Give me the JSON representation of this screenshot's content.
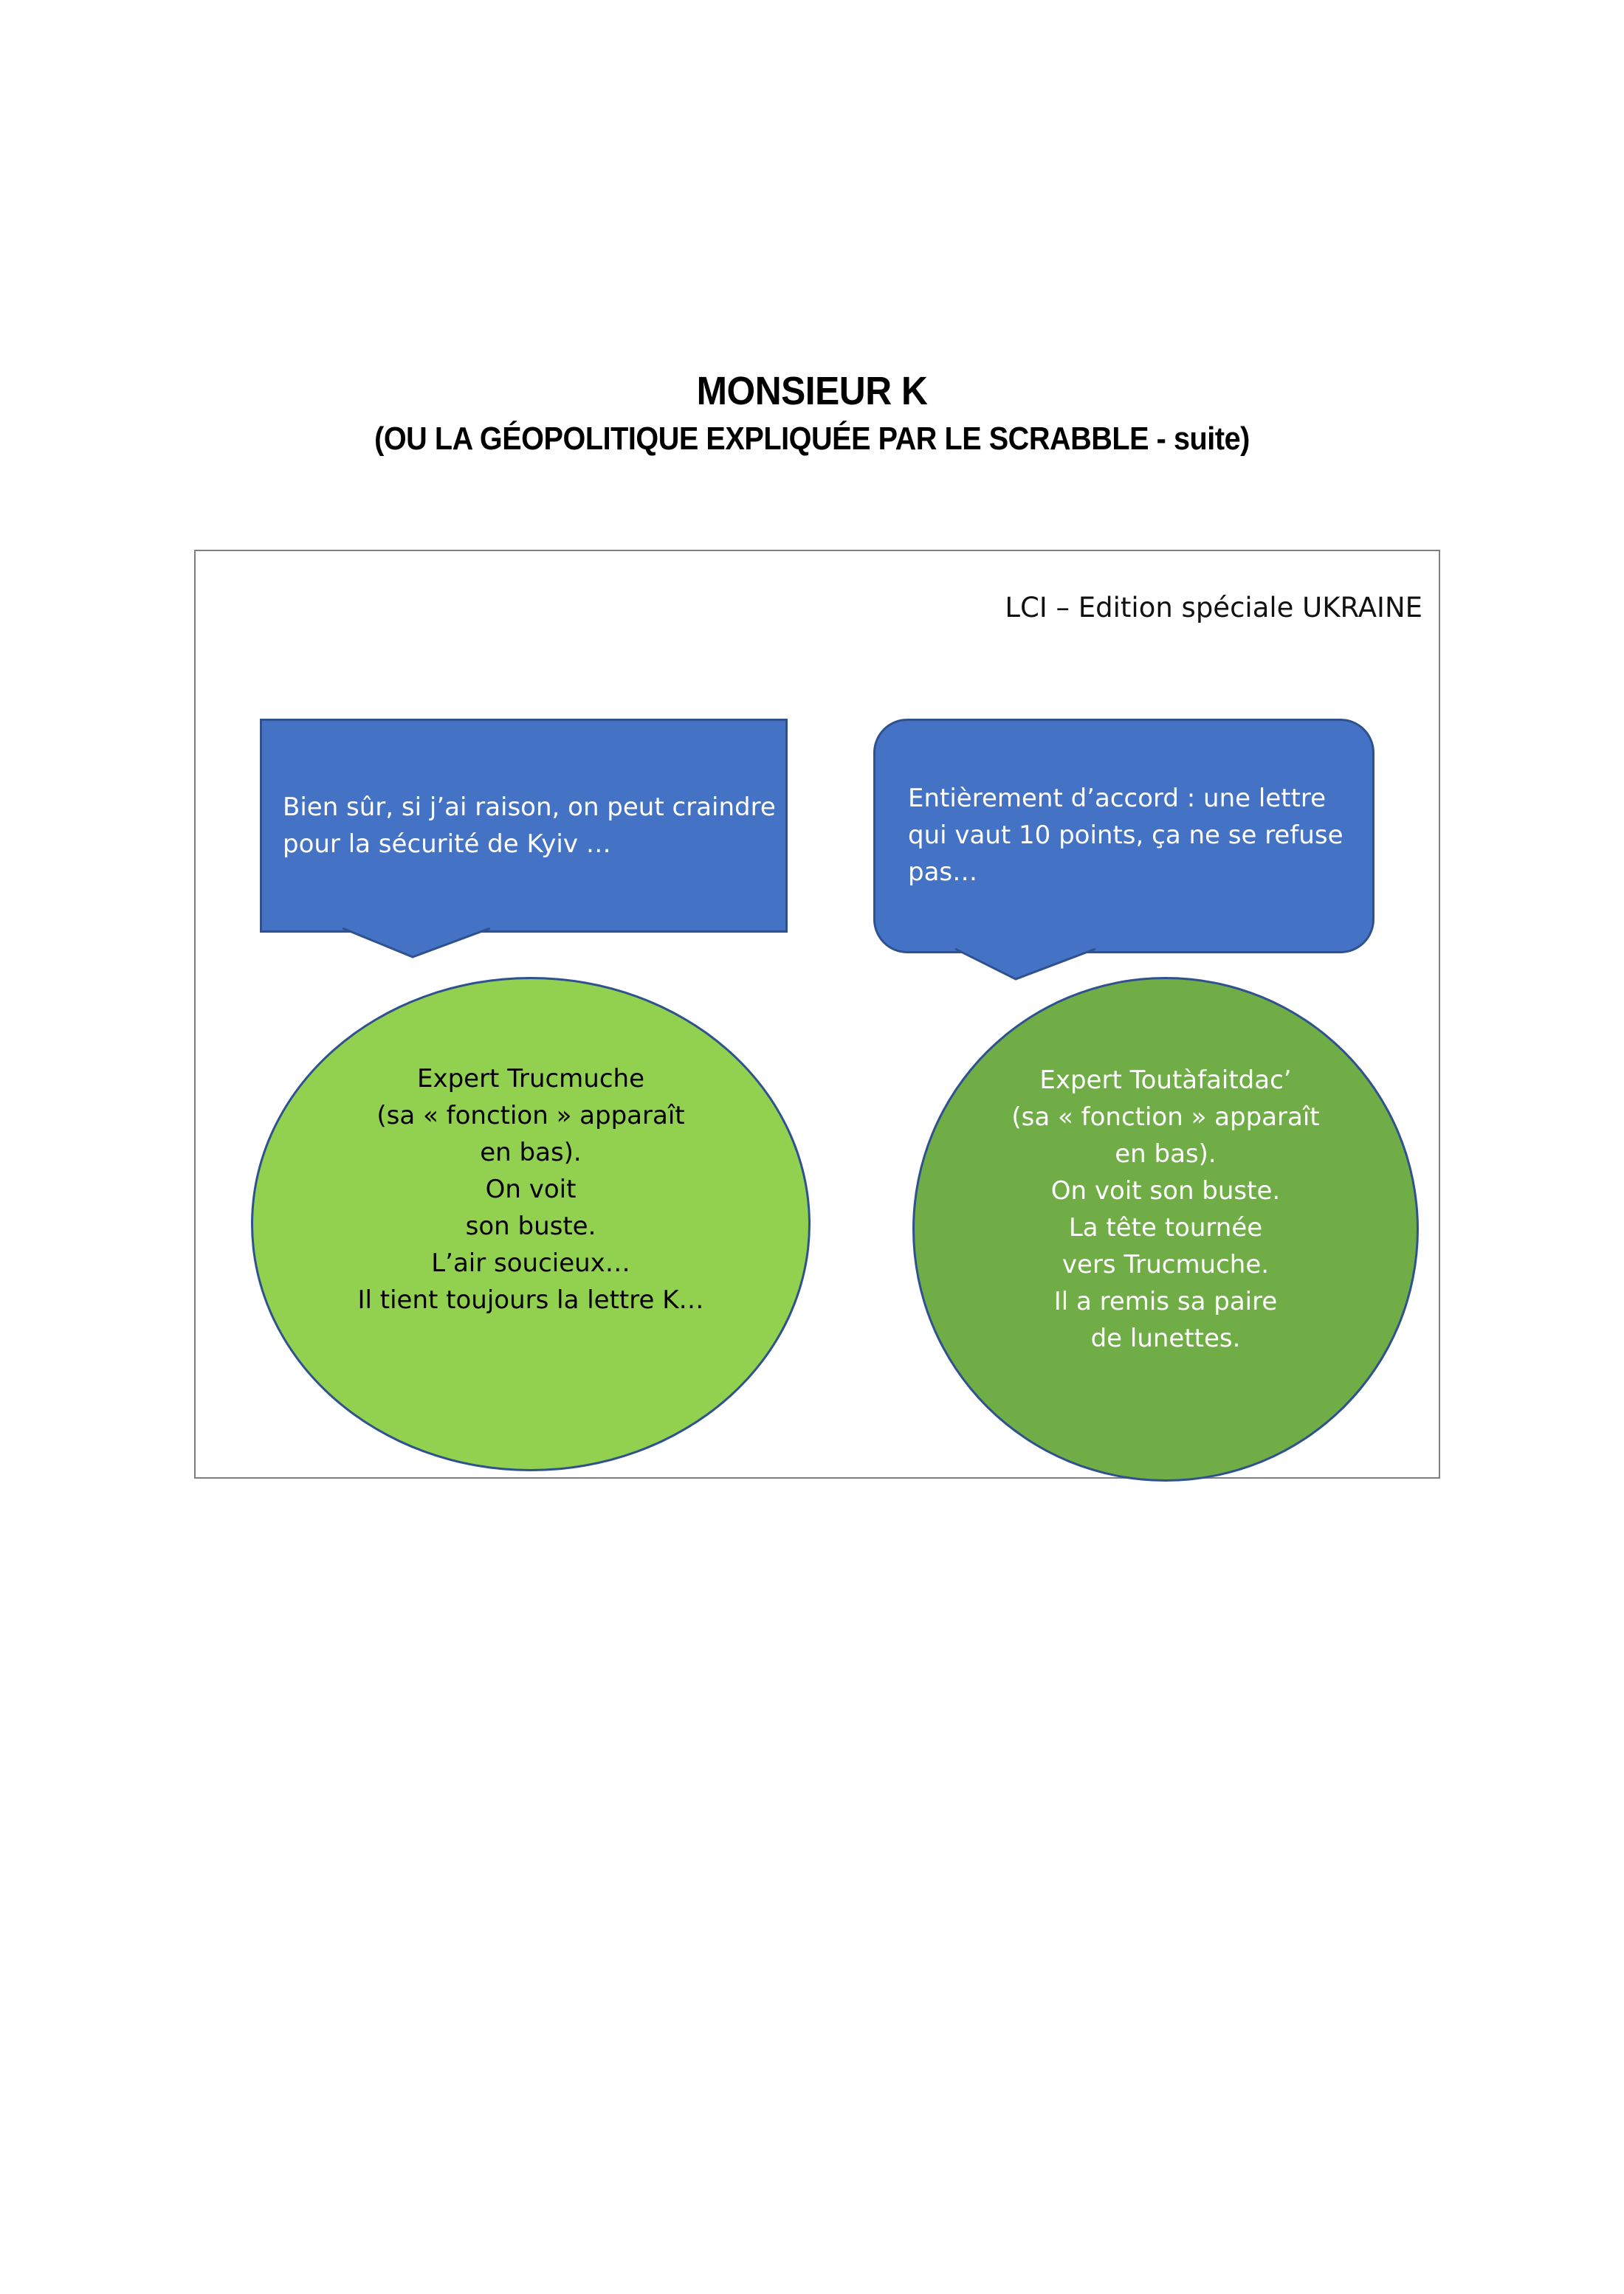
{
  "document": {
    "title": "MONSIEUR K",
    "subtitle": "(OU LA GÉOPOLITIQUE EXPLIQUÉE PAR LE SCRABBLE - suite)"
  },
  "scene": {
    "caption": "LCI – Edition spéciale UKRAINE",
    "left_speech": {
      "lines": [
        "Bien sûr, si j’ai raison, on peut craindre",
        "pour la sécurité de Kyiv …"
      ]
    },
    "right_speech": {
      "lines": [
        "Entièrement d’accord : une lettre",
        "qui vaut 10 points, ça ne se refuse",
        "pas…"
      ]
    },
    "left_expert": {
      "lines": [
        "Expert Trucmuche",
        "(sa « fonction » apparaît",
        "en bas).",
        "On voit",
        "son buste.",
        "L’air soucieux…",
        "Il tient toujours la lettre K…"
      ]
    },
    "right_expert": {
      "lines": [
        "Expert Toutàfaitdac’",
        "(sa « fonction » apparaît",
        "en bas).",
        "On voit son buste.",
        "La tête tournée",
        "vers Trucmuche.",
        "Il a remis sa paire",
        "de lunettes."
      ]
    }
  },
  "colors": {
    "bubble_fill": "#4472c4",
    "bubble_stroke": "#2f528f",
    "left_expert_fill": "#92d050",
    "right_expert_fill": "#70ad47",
    "frame_border": "#7f7f7f"
  }
}
